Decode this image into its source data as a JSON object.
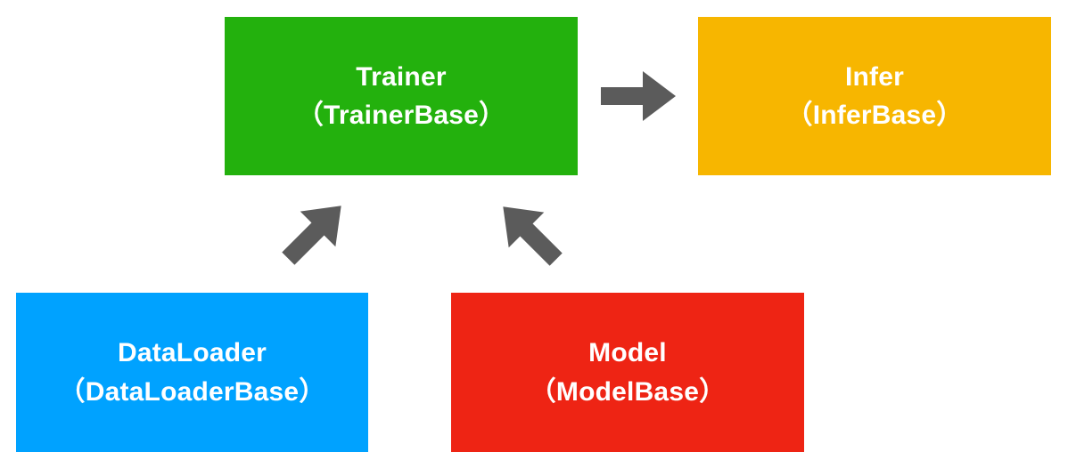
{
  "diagram": {
    "background_color": "#ffffff",
    "text_color": "#ffffff"
  },
  "nodes": {
    "trainer": {
      "title": "Trainer",
      "subtitle": "（TrainerBase）",
      "color": "#23b10d"
    },
    "infer": {
      "title": "Infer",
      "subtitle": "（InferBase）",
      "color": "#f7b600"
    },
    "dataloader": {
      "title": "DataLoader",
      "subtitle": "（DataLoaderBase）",
      "color": "#00a2ff"
    },
    "model": {
      "title": "Model",
      "subtitle": "（ModelBase）",
      "color": "#ee2414"
    }
  },
  "arrows": {
    "color": "#5b5b5b",
    "trainer_to_infer": "right",
    "dataloader_to_trainer": "up-right",
    "model_to_trainer": "up-left"
  }
}
